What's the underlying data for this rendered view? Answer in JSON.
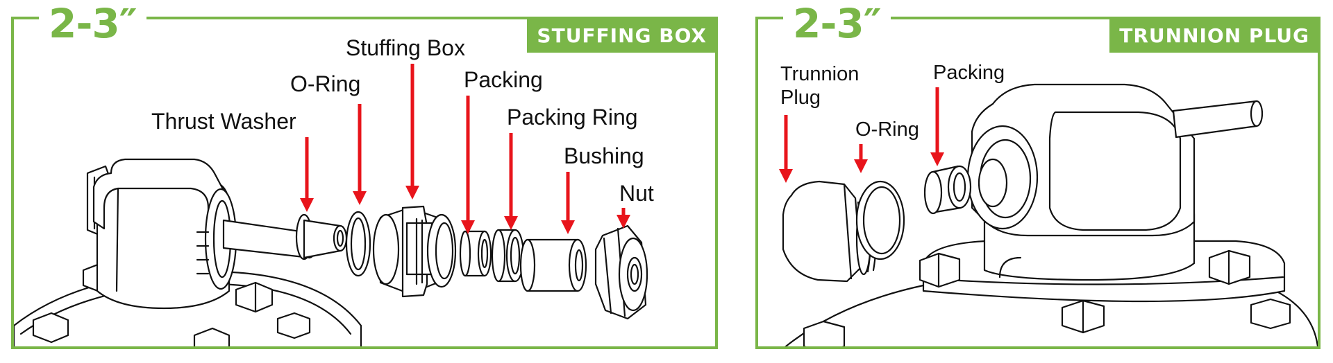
{
  "colors": {
    "accent": "#7ab648",
    "arrow": "#e8141b",
    "ink": "#111111"
  },
  "left_panel": {
    "size": "2-3″",
    "title": "STUFFING BOX",
    "labels": {
      "thrust_washer": "Thrust Washer",
      "o_ring": "O-Ring",
      "stuffing_box": "Stuffing Box",
      "packing": "Packing",
      "packing_ring": "Packing Ring",
      "bushing": "Bushing",
      "nut": "Nut"
    }
  },
  "right_panel": {
    "size": "2-3″",
    "title": "TRUNNION PLUG",
    "labels": {
      "trunnion_line1": "Trunnion",
      "trunnion_line2": "Plug",
      "o_ring": "O-Ring",
      "packing": "Packing"
    }
  }
}
